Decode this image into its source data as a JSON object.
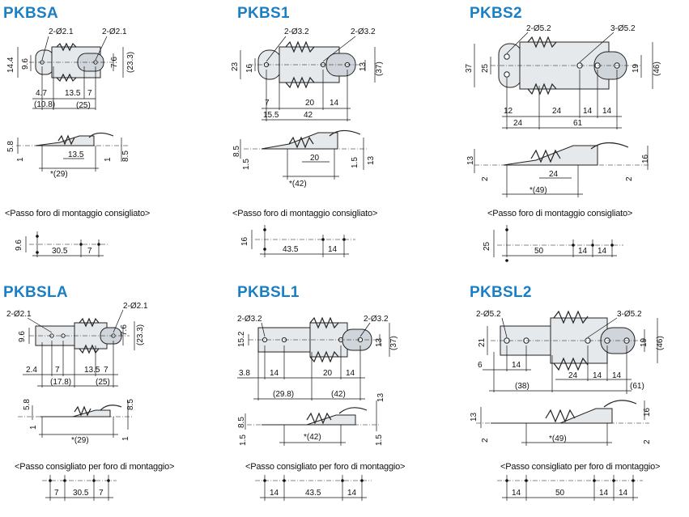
{
  "diagrams": [
    {
      "title": "PKBSA",
      "callouts": [
        "2-Ø2.1",
        "2-Ø2.1"
      ],
      "top_view_dims": [
        "14.4",
        "9.6",
        "4.7",
        "(10.8)",
        "13.5",
        "7",
        "(25)",
        "7.6",
        "(23.3)"
      ],
      "side_view_dims": [
        "5.8",
        "1",
        "13.5",
        "1",
        "8.5",
        "*(29)"
      ],
      "mount_label": "<Passo foro di montaggio consigliato>",
      "mount_dims": [
        "9.6",
        "30.5",
        "7"
      ]
    },
    {
      "title": "PKBS1",
      "callouts": [
        "2-Ø3.2",
        "2-Ø3.2"
      ],
      "top_view_dims": [
        "23",
        "16",
        "7",
        "15.5",
        "20",
        "14",
        "42",
        "13",
        "(37)"
      ],
      "side_view_dims": [
        "8.5",
        "1.5",
        "20",
        "1.5",
        "13",
        "*(42)"
      ],
      "mount_label": "<Passo foro di montaggio consigliato>",
      "mount_dims": [
        "16",
        "43.5",
        "14"
      ]
    },
    {
      "title": "PKBS2",
      "callouts": [
        "2-Ø5.2",
        "3-Ø5.2"
      ],
      "top_view_dims": [
        "37",
        "25",
        "12",
        "24",
        "24",
        "14",
        "14",
        "61",
        "19",
        "(46)"
      ],
      "side_view_dims": [
        "13",
        "2",
        "24",
        "2",
        "16",
        "*(49)"
      ],
      "mount_label": "<Passo foro di montaggio consigliato>",
      "mount_dims": [
        "25",
        "50",
        "14",
        "14"
      ]
    },
    {
      "title": "PKBSLA",
      "callouts": [
        "2-Ø2.1",
        "2-Ø2.1"
      ],
      "top_view_dims": [
        "9.6",
        "2.4",
        "7",
        "(17.8)",
        "13.5",
        "7",
        "(25)",
        "7.6",
        "(23.3)"
      ],
      "side_view_dims": [
        "5.8",
        "1",
        "8.5",
        "1",
        "*(29)"
      ],
      "mount_label": "<Passo consigliato per foro di montaggio>",
      "mount_dims": [
        "7",
        "30.5",
        "7"
      ]
    },
    {
      "title": "PKBSL1",
      "callouts": [
        "2-Ø3.2",
        "2-Ø3.2"
      ],
      "top_view_dims": [
        "15.2",
        "3.8",
        "14",
        "(29.8)",
        "20",
        "14",
        "(42)",
        "13",
        "(37)"
      ],
      "side_view_dims": [
        "8.5",
        "1.5",
        "13",
        "1.5",
        "*(42)"
      ],
      "mount_label": "<Passo consigliato per foro di montaggio>",
      "mount_dims": [
        "14",
        "43.5",
        "14"
      ]
    },
    {
      "title": "PKBSL2",
      "callouts": [
        "2-Ø5.2",
        "3-Ø5.2"
      ],
      "top_view_dims": [
        "21",
        "6",
        "14",
        "(38)",
        "24",
        "14",
        "14",
        "(61)",
        "19",
        "(46)"
      ],
      "side_view_dims": [
        "13",
        "2",
        "16",
        "2",
        "*(49)"
      ],
      "mount_label": "<Passo consigliato per foro di montaggio>",
      "mount_dims": [
        "14",
        "50",
        "14",
        "14"
      ]
    }
  ]
}
